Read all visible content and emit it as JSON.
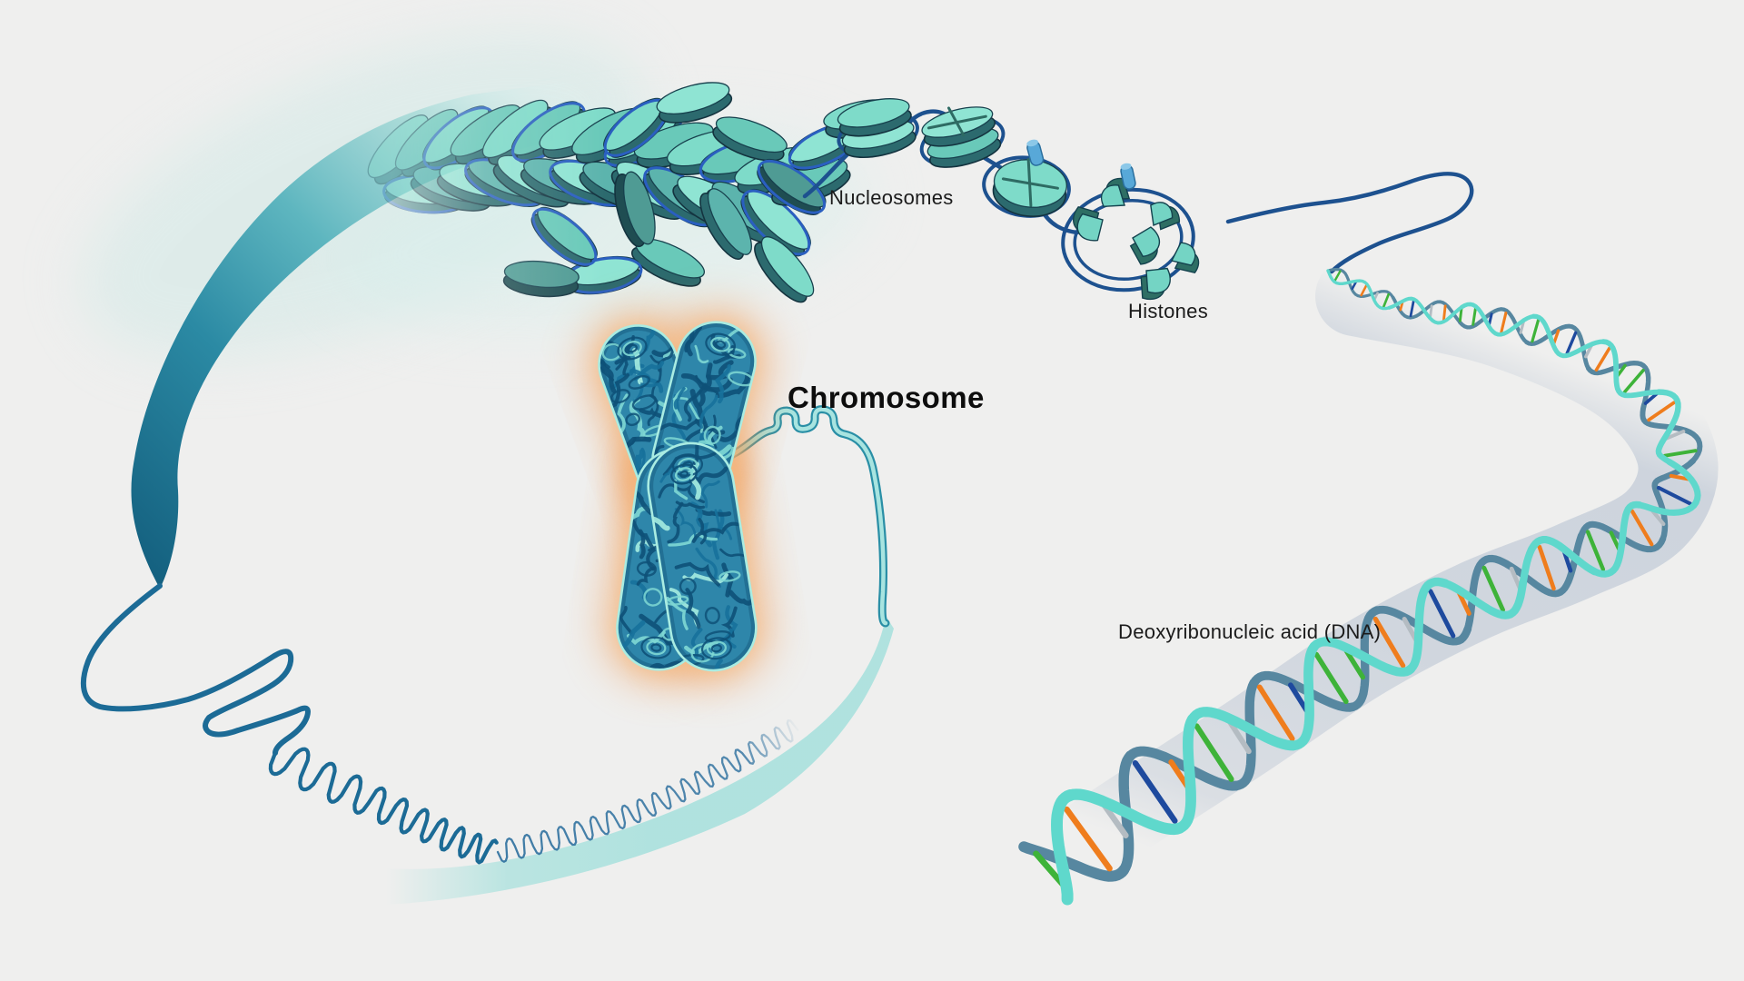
{
  "labels": {
    "nucleosomes": "Nucleosomes",
    "histones": "Histones",
    "chromosome": "Chromosome",
    "dna": "Deoxyribonucleic acid (DNA)"
  },
  "colors": {
    "background": "#efefee",
    "line_dark_teal": "#1c6b96",
    "line_navy": "#1d518f",
    "ribbon_dark": "#14607f",
    "ribbon_mid": "#2b8aa4",
    "ribbon_light": "#9cd7d4",
    "disc_faces": [
      "#7edbc9",
      "#8fe4d3",
      "#69c9b9",
      "#5cb4ad"
    ],
    "disc_face_dark": "#4f9b94",
    "disc_side": "#2c6a6e",
    "disc_side_dark": "#1f4d52",
    "disc_rim": "#14333f",
    "dna_ring_blue": "#2a5fc0",
    "histone_face": "#74d4c4",
    "histone_side": "#2e6e64",
    "histone_peg": "#58a8d8",
    "chromosome_base": "#2e86aa",
    "chromosome_dark": "#0e5178",
    "chromosome_mid": "#17719b",
    "chromosome_light": "#7fd8d4",
    "chromosome_pale": "#a5ece0",
    "chromosome_rim": "#a9ece2",
    "glow_orange": "#f0944a",
    "glow_orange_soft": "#f7c08a",
    "strand_edge": "#2a8fa6",
    "strand_fill": "#a8e4e0",
    "band_fill": "#a9e1dd",
    "coil_blue": "#2c6f9e",
    "helix_aqua": "#5fd8cc",
    "helix_steel": "#5787a0",
    "helix_band": "#b2becf",
    "rung_orange": "#ef7d1d",
    "rung_green": "#3eb339",
    "rung_navy": "#1e4a9e",
    "rung_gray": "#b4bcc2",
    "label_color": "#1b1b1b"
  }
}
